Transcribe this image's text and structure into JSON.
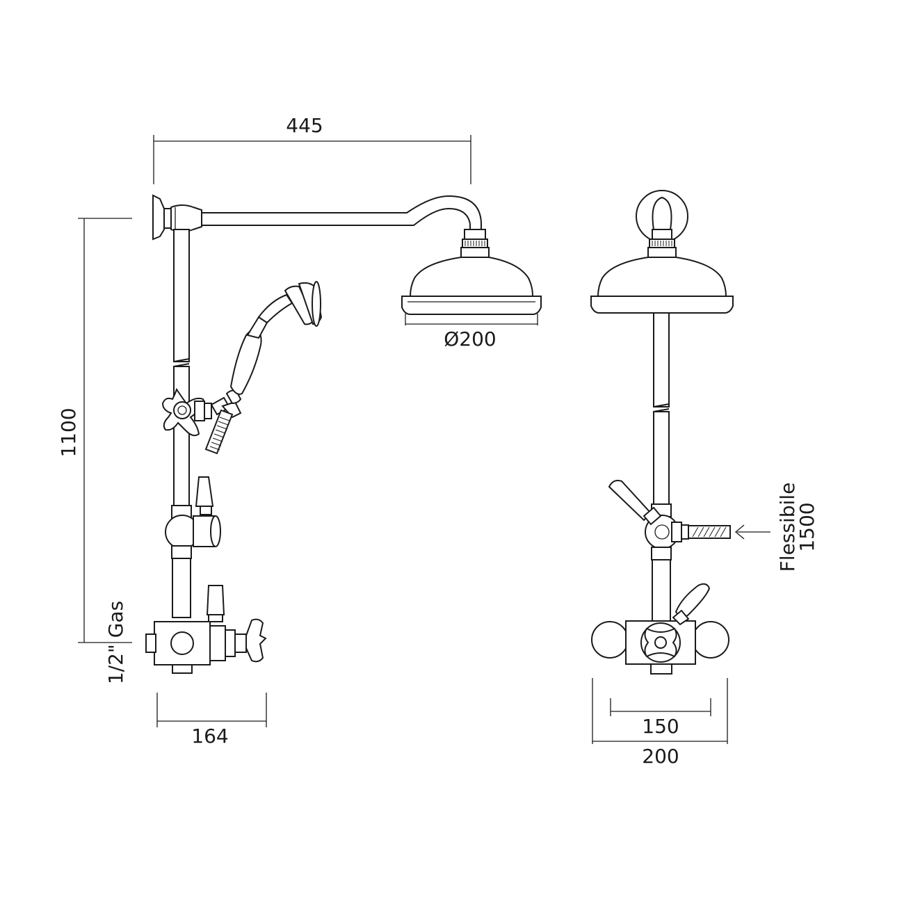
{
  "dimensions": {
    "arm_reach": "445",
    "total_height": "1100",
    "head_diameter": "Ø200",
    "body_depth": "164",
    "centres": "150",
    "front_width": "200"
  },
  "labels": {
    "inlet_thread": "1/2\" Gas",
    "hose_name": "Flessibile",
    "hose_length": "1500"
  }
}
